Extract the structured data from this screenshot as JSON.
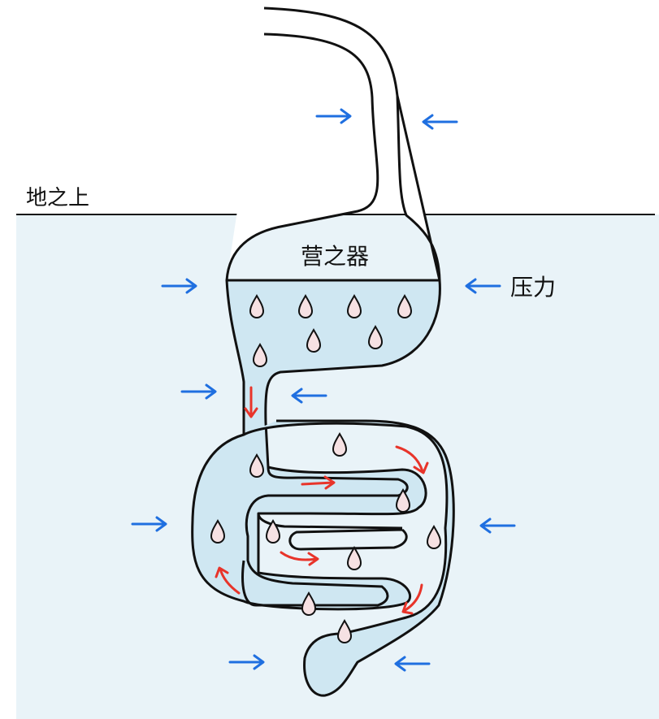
{
  "labels": {
    "ground": "地之上",
    "organ": "营之器",
    "pressure": "压力"
  },
  "colors": {
    "underground": "#e9f3f8",
    "fluid": "#cfe7f2",
    "outline": "#111111",
    "pressure_arrow": "#1f6fe0",
    "flow_arrow": "#e8342a",
    "droplet_fill": "#f6e1e3"
  },
  "icons": {
    "pressure": "arrow-icon",
    "flow": "curved-arrow-icon",
    "particle": "droplet-icon"
  }
}
